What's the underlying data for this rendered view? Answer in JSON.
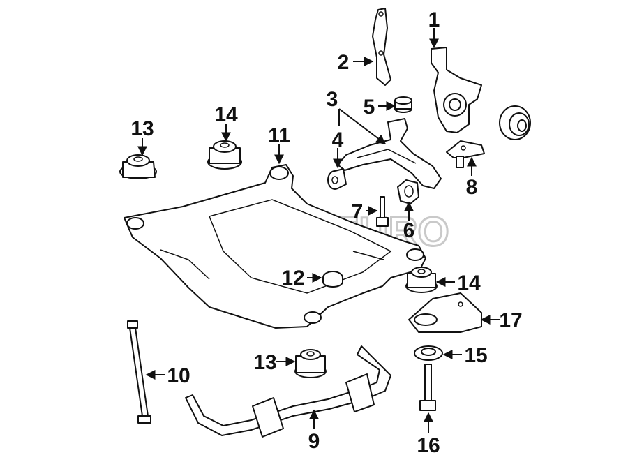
{
  "diagram": {
    "watermark": "FCP EURO",
    "callouts": [
      {
        "id": "1",
        "label": "1"
      },
      {
        "id": "2",
        "label": "2"
      },
      {
        "id": "3",
        "label": "3"
      },
      {
        "id": "4",
        "label": "4"
      },
      {
        "id": "5",
        "label": "5"
      },
      {
        "id": "6",
        "label": "6"
      },
      {
        "id": "7",
        "label": "7"
      },
      {
        "id": "8",
        "label": "8"
      },
      {
        "id": "9",
        "label": "9"
      },
      {
        "id": "10",
        "label": "10"
      },
      {
        "id": "11",
        "label": "11"
      },
      {
        "id": "12",
        "label": "12"
      },
      {
        "id": "13a",
        "label": "13"
      },
      {
        "id": "13b",
        "label": "13"
      },
      {
        "id": "14a",
        "label": "14"
      },
      {
        "id": "14b",
        "label": "14"
      },
      {
        "id": "15",
        "label": "15"
      },
      {
        "id": "16",
        "label": "16"
      },
      {
        "id": "17",
        "label": "17"
      }
    ]
  }
}
